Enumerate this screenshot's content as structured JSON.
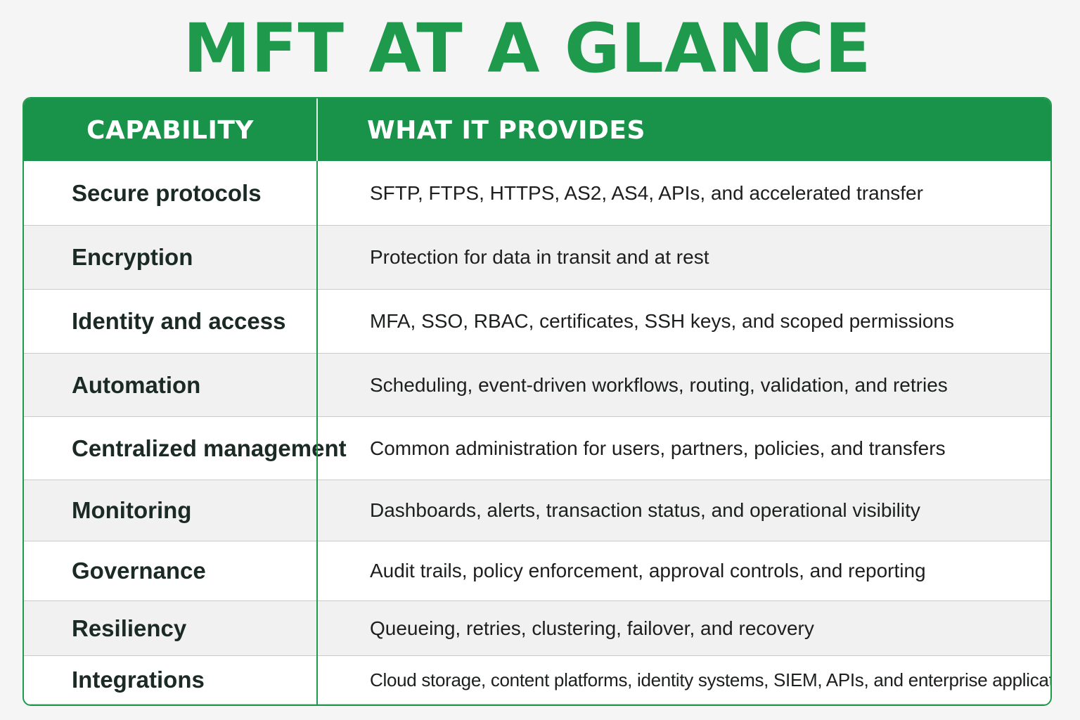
{
  "title": "MFT AT A GLANCE",
  "colors": {
    "accent": "#1f9a4c",
    "header_bg": "#189349",
    "alt_row_bg": "#f0f1f0"
  },
  "table": {
    "headers": {
      "capability": "CAPABILITY",
      "provides": "WHAT IT PROVIDES"
    },
    "rows": [
      {
        "capability": "Secure protocols",
        "provides": "SFTP, FTPS, HTTPS, AS2, AS4, APIs, and accelerated transfer"
      },
      {
        "capability": "Encryption",
        "provides": "Protection for data in transit and at rest"
      },
      {
        "capability": "Identity and access",
        "provides": "MFA, SSO, RBAC, certificates, SSH keys, and scoped permissions"
      },
      {
        "capability": "Automation",
        "provides": "Scheduling, event-driven workflows, routing, validation, and retries"
      },
      {
        "capability": "Centralized management",
        "provides": "Common administration for users, partners, policies, and transfers"
      },
      {
        "capability": "Monitoring",
        "provides": "Dashboards, alerts, transaction status, and operational visibility"
      },
      {
        "capability": "Governance",
        "provides": "Audit trails, policy enforcement, approval controls, and reporting"
      },
      {
        "capability": "Resiliency",
        "provides": "Queueing, retries, clustering, failover, and recovery"
      },
      {
        "capability": "Integrations",
        "provides": "Cloud storage, content platforms, identity systems, SIEM, APIs, and enterprise applications"
      }
    ]
  }
}
